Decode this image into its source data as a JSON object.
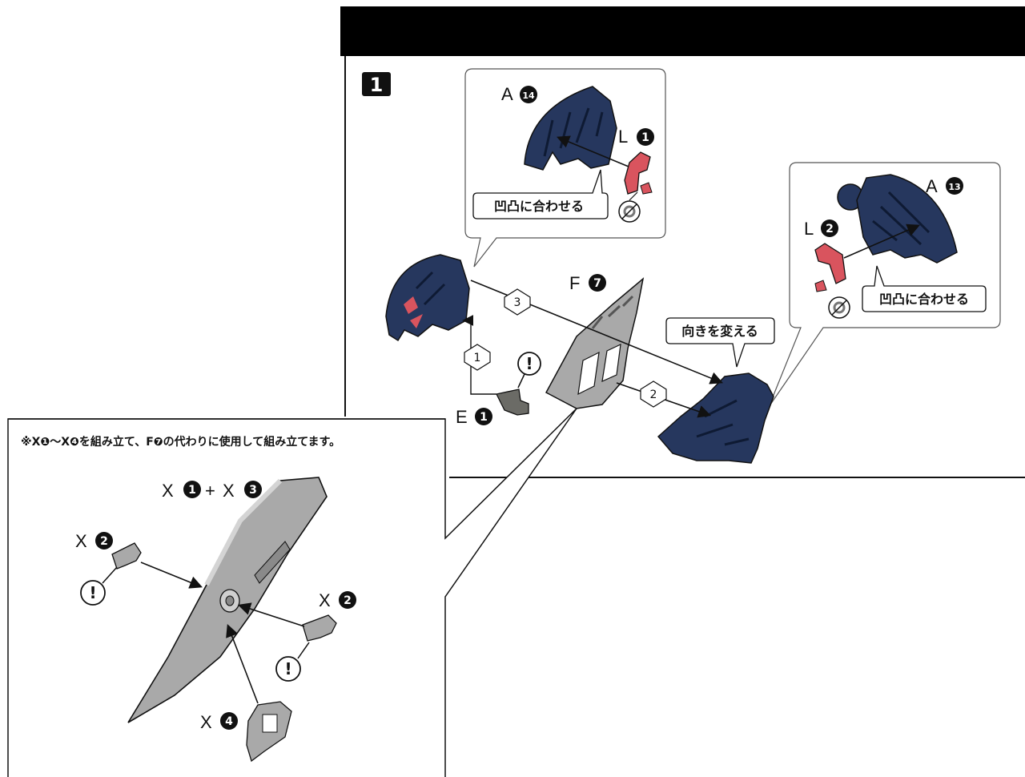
{
  "step": {
    "number": "1"
  },
  "labels": {
    "a14": {
      "letter": "A",
      "num": "14"
    },
    "l1": {
      "letter": "L",
      "num": "1"
    },
    "a13": {
      "letter": "A",
      "num": "13"
    },
    "l2": {
      "letter": "L",
      "num": "2"
    },
    "f7": {
      "letter": "F",
      "num": "7"
    },
    "e1": {
      "letter": "E",
      "num": "1"
    },
    "x1x3": {
      "a": "X",
      "anum": "1",
      "plus": "+",
      "b": "X",
      "bnum": "3"
    },
    "x2_left": {
      "letter": "X",
      "num": "2"
    },
    "x2_right": {
      "letter": "X",
      "num": "2"
    },
    "x4": {
      "letter": "X",
      "num": "4"
    }
  },
  "callouts": {
    "align_top": "凹凸に合わせる",
    "align_right": "凹凸に合わせる",
    "change_direction": "向きを変える"
  },
  "order_markers": [
    "1",
    "2",
    "3"
  ],
  "caution_mark": "!",
  "note": "※X❶〜X❹を組み立て、F❼の代わりに使用して組み立てます。",
  "colors": {
    "navy_part": "#26375e",
    "red_part": "#d9545e",
    "gray_part": "#a9a9a9",
    "dark_gray_part": "#6b6b66",
    "header_bar": "#000000"
  },
  "icons": [
    "no-glue-icon",
    "caution-icon"
  ]
}
